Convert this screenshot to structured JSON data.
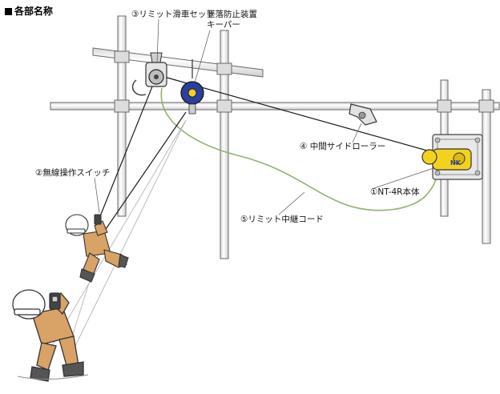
{
  "title": "各部名称",
  "labels": {
    "pulley": "③リミット滑車セット",
    "keeper_line1": "墜落防止装置",
    "keeper_line2": "キーパー",
    "roller": "④ 中間サイドローラー",
    "switch": "②無線操作スイッチ",
    "unit": "①NT-4R本体",
    "cord": "⑤リミット中継コード"
  },
  "colors": {
    "scaffold_fill": "#f4f4f4",
    "scaffold_stroke": "#6a6a6a",
    "cord": "#8fb36a",
    "wire": "#1a1a1a",
    "unit_yellow": "#f2d21c",
    "keeper_blue": "#2b3f9c",
    "worker_suit": "#d9a266",
    "helmet": "#ffffff"
  }
}
